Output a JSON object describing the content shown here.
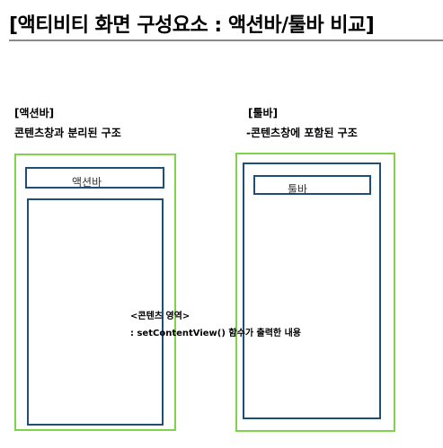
{
  "title": "[액티비티 화면 구성요소 : 액션바/툴바 비교]",
  "actionbar_section": {
    "heading": "[액션바]",
    "description": "콘텐츠창과 분리된 구조",
    "bar_label": "액션바"
  },
  "toolbar_section": {
    "heading": "[툴바]",
    "description": "-콘텐츠창에 포함된 구조",
    "bar_label": "툴바"
  },
  "content_area": {
    "line1": "<콘텐츠 영역>",
    "line2": ": setContentView() 함수가 출력한 내용"
  },
  "colors": {
    "outer_border": "#7fd34a",
    "inner_border": "#1f4e79"
  }
}
